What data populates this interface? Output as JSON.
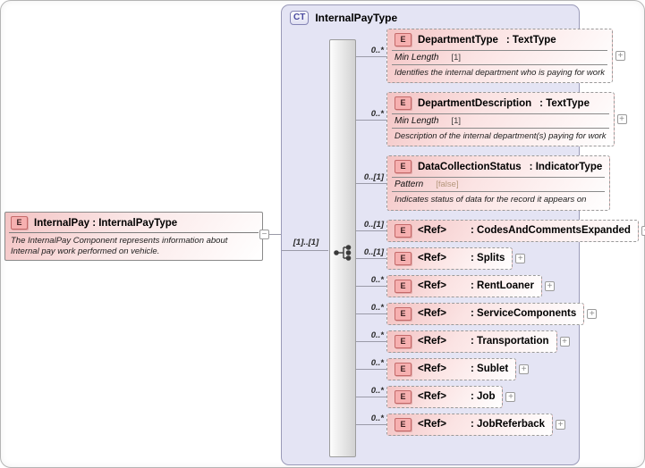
{
  "diagram": {
    "root_element": {
      "icon": "E",
      "title": "InternalPay : InternalPayType",
      "description": "The InternalPay Component represents information about Internal pay work performed on vehicle.",
      "collapse_glyph": "−"
    },
    "connector_cardinality": "[1]..[1]",
    "complex_type": {
      "icon": "CT",
      "title": "InternalPayType",
      "compositor": "sequence",
      "children": [
        {
          "icon": "E",
          "name": "DepartmentType",
          "type_label": ": TextType",
          "cardinality": "0..*",
          "facet_label": "Min Length",
          "facet_value": "[1]",
          "facet_value_color": "#3c3c3c",
          "description": "Identifies the internal department who is paying for work",
          "expand_glyph": "+"
        },
        {
          "icon": "E",
          "name": "DepartmentDescription",
          "type_label": ": TextType",
          "cardinality": "0..*",
          "facet_label": "Min Length",
          "facet_value": "[1]",
          "facet_value_color": "#3c3c3c",
          "description": "Description of the internal department(s) paying for work",
          "expand_glyph": "+"
        },
        {
          "icon": "E",
          "name": "DataCollectionStatus",
          "type_label": ": IndicatorType",
          "cardinality": "0..[1]",
          "facet_label": "Pattern",
          "facet_value": "[false]",
          "facet_value_color": "#b5977c",
          "description": "Indicates status of data for the record it appears on"
        },
        {
          "icon": "E",
          "name": "<Ref>",
          "type_label": ": CodesAndCommentsExpanded",
          "cardinality": "0..[1]",
          "expand_glyph": "+"
        },
        {
          "icon": "E",
          "name": "<Ref>",
          "type_label": ": Splits",
          "cardinality": "0..[1]",
          "expand_glyph": "+"
        },
        {
          "icon": "E",
          "name": "<Ref>",
          "type_label": ": RentLoaner",
          "cardinality": "0..*",
          "expand_glyph": "+"
        },
        {
          "icon": "E",
          "name": "<Ref>",
          "type_label": ": ServiceComponents",
          "cardinality": "0..*",
          "expand_glyph": "+"
        },
        {
          "icon": "E",
          "name": "<Ref>",
          "type_label": ": Transportation",
          "cardinality": "0..*",
          "expand_glyph": "+"
        },
        {
          "icon": "E",
          "name": "<Ref>",
          "type_label": ": Sublet",
          "cardinality": "0..*",
          "expand_glyph": "+"
        },
        {
          "icon": "E",
          "name": "<Ref>",
          "type_label": ": Job",
          "cardinality": "0..*",
          "expand_glyph": "+"
        },
        {
          "icon": "E",
          "name": "<Ref>",
          "type_label": ": JobReferback",
          "cardinality": "0..*",
          "expand_glyph": "+"
        }
      ]
    }
  },
  "colors": {
    "container_fill": "#e4e4f4",
    "container_border": "#9a9ab8",
    "box_pink": "#f3c3c3",
    "box_border": "#9a9a9a",
    "badge_fill": "#f6b0b0",
    "badge_border": "#c46a6a",
    "ct_text": "#4a4a9f",
    "line": "#9a9aa8"
  }
}
